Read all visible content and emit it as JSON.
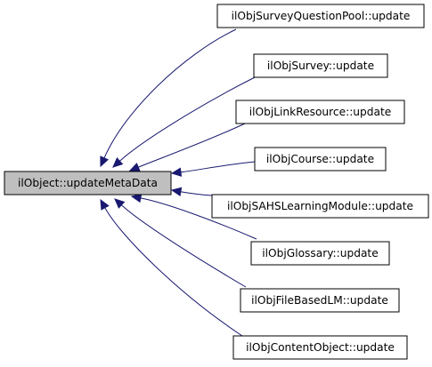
{
  "diagram": {
    "type": "call-graph",
    "direction": "callers-to-root",
    "colors": {
      "root_fill": "#bfbfbf",
      "node_fill": "#ffffff",
      "node_border": "#000000",
      "edge": "#191970"
    },
    "root": {
      "id": "root",
      "label": "ilObject::updateMetaData"
    },
    "callers": [
      {
        "id": "survey-question-pool",
        "label": "ilObjSurveyQuestionPool::update"
      },
      {
        "id": "survey",
        "label": "ilObjSurvey::update"
      },
      {
        "id": "link-resource",
        "label": "ilObjLinkResource::update"
      },
      {
        "id": "course",
        "label": "ilObjCourse::update"
      },
      {
        "id": "sahs-learning-module",
        "label": "ilObjSAHSLearningModule::update"
      },
      {
        "id": "glossary",
        "label": "ilObjGlossary::update"
      },
      {
        "id": "file-based-lm",
        "label": "ilObjFileBasedLM::update"
      },
      {
        "id": "content-object",
        "label": "ilObjContentObject::update"
      }
    ]
  }
}
